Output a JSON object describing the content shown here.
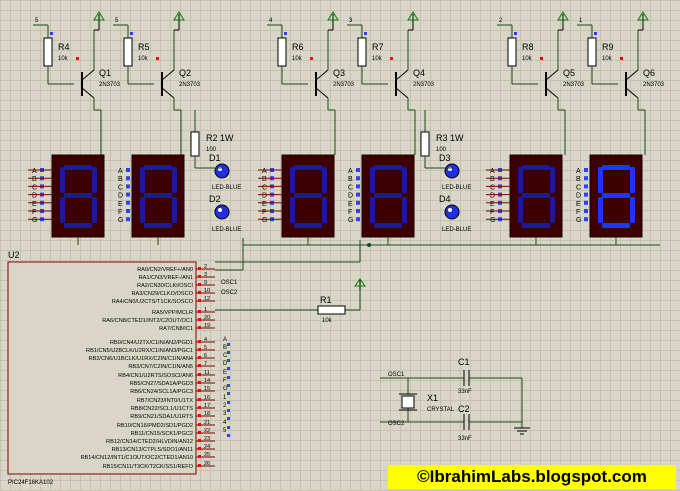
{
  "digit_drivers": [
    {
      "net": "5",
      "resistor": "R4",
      "r_value": "10k",
      "transistor": "Q1",
      "t_type": "2N3703"
    },
    {
      "net": "5",
      "resistor": "R5",
      "r_value": "10k",
      "transistor": "Q2",
      "t_type": "2N3703"
    },
    {
      "net": "4",
      "resistor": "R6",
      "r_value": "10k",
      "transistor": "Q3",
      "t_type": "2N3703"
    },
    {
      "net": "3",
      "resistor": "R7",
      "r_value": "10k",
      "transistor": "Q4",
      "t_type": "2N3703"
    },
    {
      "net": "2",
      "resistor": "R8",
      "r_value": "10k",
      "transistor": "Q5",
      "t_type": "2N3703"
    },
    {
      "net": "1",
      "resistor": "R9",
      "r_value": "10k",
      "transistor": "Q6",
      "t_type": "2N3703"
    }
  ],
  "power_resistors": [
    {
      "name": "R2 1W",
      "value": "100"
    },
    {
      "name": "R3 1W",
      "value": "100"
    }
  ],
  "leds": [
    {
      "name": "D1",
      "type": "LED-BLUE"
    },
    {
      "name": "D2",
      "type": "LED-BLUE"
    },
    {
      "name": "D3",
      "type": "LED-BLUE"
    },
    {
      "name": "D4",
      "type": "LED-BLUE"
    }
  ],
  "segment_labels": [
    "A",
    "B",
    "C",
    "D",
    "E",
    "F",
    "G"
  ],
  "mcu": {
    "ref": "U2",
    "part": "PIC24F16KA102",
    "pins": [
      {
        "name": "RA0/CN2/VREF+/AN0",
        "num": "2"
      },
      {
        "name": "RA1/CN3/VREF-/AN1",
        "num": "3"
      },
      {
        "name": "RA2/CN30/CLKI/OSCI",
        "num": "9"
      },
      {
        "name": "RA3/CN29/CLKO/OSCO",
        "num": "10"
      },
      {
        "name": "RA4/CN0/U2CTS/T1CK/SOSCO",
        "num": "12"
      },
      {
        "name": "RA5/VPP/MCLR",
        "num": "1"
      },
      {
        "name": "RA6/CN8/CTED1/INT2/C2OUT/OC1",
        "num": "20"
      },
      {
        "name": "RA7/CN8/IC1",
        "num": "19"
      },
      {
        "name": "RB0/CN4/U2TX/C1IN/AN2/PGD1",
        "num": "4"
      },
      {
        "name": "RB1/CN5/U2BCLK/U2RX/C1IN/AN3/PGC1",
        "num": "5"
      },
      {
        "name": "RB2/CN6/U1BCLK/U1RX/C2IN/C1IN/AN4",
        "num": "6"
      },
      {
        "name": "RB3/CN7/C2IN/C1IN/AN5",
        "num": "7"
      },
      {
        "name": "RB4/CN1/U2RTS/SOSCI/AN6",
        "num": "11"
      },
      {
        "name": "RB5/CN27/SDA1A/PGD3",
        "num": "14"
      },
      {
        "name": "RB6/CN24/SCL1A/PGC3",
        "num": "15"
      },
      {
        "name": "RB7/CN23/INT0/U1TX",
        "num": "16"
      },
      {
        "name": "RB8/CN22/SCL1/U1CTS",
        "num": "17"
      },
      {
        "name": "RB9/CN21/SDA1/U1RTS",
        "num": "18"
      },
      {
        "name": "RB10/CN16/PMD2/SD1/PGD2",
        "num": "21"
      },
      {
        "name": "RB11/CN15/SCK1/PGC2",
        "num": "22"
      },
      {
        "name": "RB12/CN14/CTED2/HLVDIN/AN12",
        "num": "23"
      },
      {
        "name": "RB13/CN13/CTPLS/SDO1/AN11",
        "num": "24"
      },
      {
        "name": "RB14/CN12/INT1/C1OUT/OC2/CTED1/AN10",
        "num": "25"
      },
      {
        "name": "RB15/CN11/T3CK/T2CK/SS1/REFO",
        "num": "26"
      }
    ],
    "port_b_labels": [
      "A",
      "B",
      "C",
      "D",
      "E",
      "F",
      "G"
    ],
    "port_a_digit_labels": [
      "1",
      "2",
      "3",
      "4",
      "5"
    ]
  },
  "osc": {
    "net_in": "OSC1",
    "net_out": "OSC2",
    "crystal": {
      "name": "X1",
      "type": "CRYSTAL"
    },
    "c1": {
      "name": "C1",
      "value": "33nF"
    },
    "c2": {
      "name": "C2",
      "value": "33nF"
    }
  },
  "mclr_resistor": {
    "name": "R1",
    "value": "10k"
  },
  "credit": "©IbrahimLabs.blogspot.com",
  "colors": {
    "grid_bg": "#d9d6c8",
    "display_body": "#3d0000",
    "segment_on": "#1838ff",
    "segment_off": "#1a1a9a",
    "pin_red": "#ff0000",
    "pin_blue": "#3040ff",
    "wire": "#1a4a1a",
    "credit_bg": "#ffff00"
  }
}
